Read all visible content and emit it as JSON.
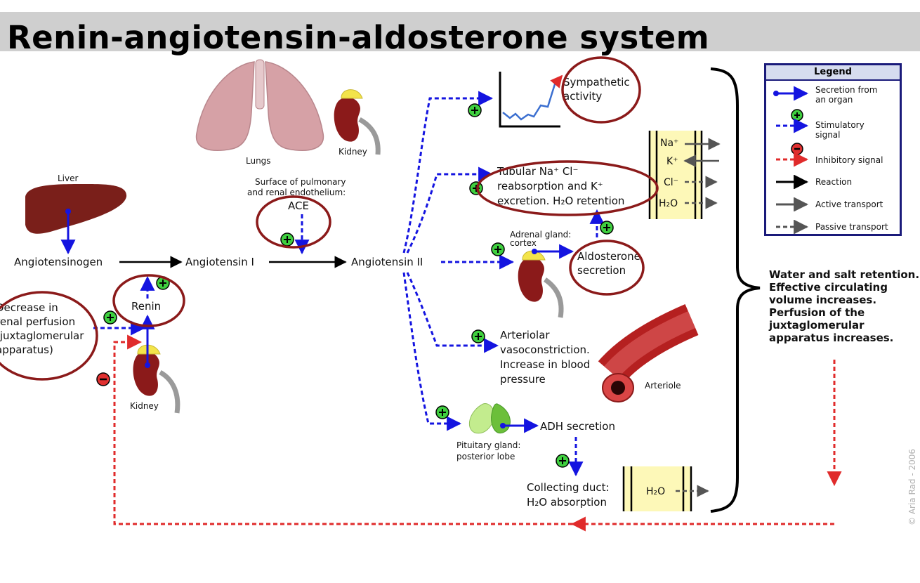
{
  "title": "Renin-angiotensin-aldosterone system",
  "labels": {
    "liver": "Liver",
    "lungs": "Lungs",
    "kidney_top": "Kidney",
    "kidney_bottom": "Kidney",
    "surface_line1": "Surface of pulmonary",
    "surface_line2": "and renal endothelium:",
    "ace": "ACE",
    "angiotensinogen": "Angiotensinogen",
    "angiotensin1": "Angiotensin I",
    "angiotensin2": "Angiotensin II",
    "renin": "Renin",
    "decrease": [
      "Decrease in",
      "renal perfusion",
      "(juxtaglomerular",
      "apparatus)"
    ],
    "sympathetic": [
      "Sympathetic",
      "activity"
    ],
    "tubular": [
      "Tubular Na⁺ Cl⁻",
      "reabsorption and K⁺",
      "excretion. H₂O retention"
    ],
    "ions": [
      "Na⁺",
      "K⁺",
      "Cl⁻",
      "H₂O"
    ],
    "adrenal": [
      "Adrenal gland:",
      "cortex"
    ],
    "aldosterone": [
      "Aldosterone",
      "secretion"
    ],
    "arteriolar": [
      "Arteriolar",
      "vasoconstriction.",
      "Increase in blood",
      "pressure"
    ],
    "arteriole": "Arteriole",
    "pituitary": [
      "Pituitary gland:",
      "posterior lobe"
    ],
    "adh": "ADH secretion",
    "collecting": [
      "Collecting duct:",
      "H₂O absorption"
    ],
    "h2o_duct": "H₂O"
  },
  "legend": {
    "title": "Legend",
    "items": [
      {
        "label": "Secretion from an organ",
        "line1": "Secretion from",
        "line2": "an organ"
      },
      {
        "label": "Stimulatory signal",
        "line1": "Stimulatory",
        "line2": "signal"
      },
      {
        "label": "Inhibitory signal",
        "line1": "Inhibitory signal",
        "line2": ""
      },
      {
        "label": "Reaction",
        "line1": "Reaction",
        "line2": ""
      },
      {
        "label": "Active transport",
        "line1": "Active transport",
        "line2": ""
      },
      {
        "label": "Passive transport",
        "line1": "Passive transport",
        "line2": ""
      }
    ]
  },
  "summary": "Water and salt retention. Effective circulating volume increases. Perfusion of the juxtaglomerular apparatus increases.",
  "copyright": "© Aria Rad - 2006",
  "colors": {
    "secretion": "#1414e0",
    "stimulatory": "#1414e0",
    "inhibitory": "#e02b2b",
    "reaction": "#000000",
    "transport": "#555555",
    "annotation_circle": "#8b1a1a",
    "plus_fill": "#3fcf3f",
    "minus_fill": "#e03030",
    "organ": "#8b1a1a",
    "lungs": "#d9a3a8",
    "ion_channel": "#fdf8b8"
  },
  "icons": [
    "liver-icon",
    "lungs-icon",
    "kidney-icon",
    "adrenal-kidney-icon",
    "arteriole-icon",
    "pituitary-icon",
    "graph-icon",
    "plus-icon",
    "minus-icon",
    "brace-icon"
  ]
}
